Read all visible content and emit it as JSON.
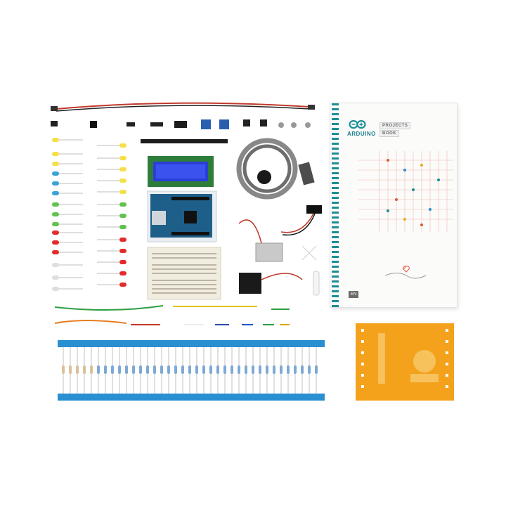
{
  "book": {
    "brand": "ARDUINO",
    "title_line1": "PROJECTS",
    "title_line2": "BOOK",
    "language": "EN"
  },
  "colors": {
    "arduino_teal": "#1b8e96",
    "tape_blue": "#2a8fd1",
    "template_orange": "#f4a21b",
    "board_blue": "#1e5f8a",
    "lcd_blue": "#2a3fd8"
  },
  "icons": [
    "arduino-logo-icon"
  ]
}
